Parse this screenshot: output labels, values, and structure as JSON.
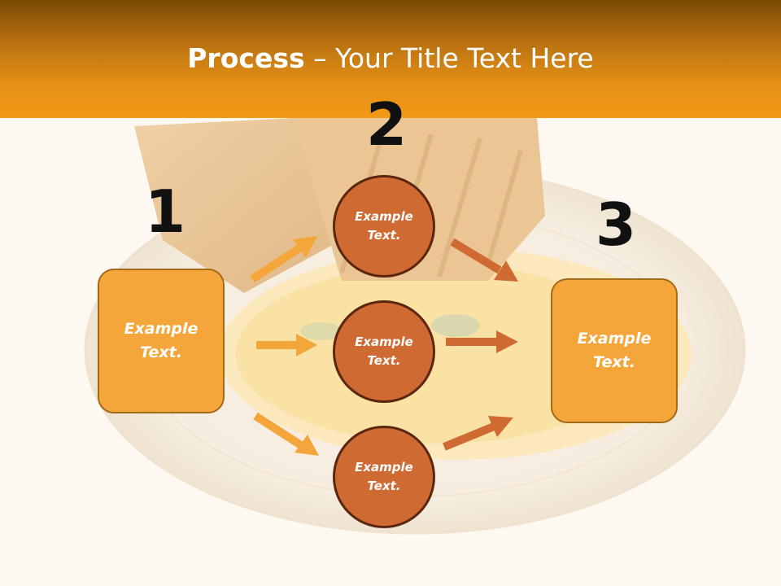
{
  "slide": {
    "title_bold": "Process",
    "title_rest": " – Your Title Text Here"
  },
  "steps": {
    "num1": "1",
    "num2": "2",
    "num3": "3"
  },
  "boxes": {
    "left": {
      "line1": "Example",
      "line2": "Text."
    },
    "right": {
      "line1": "Example",
      "line2": "Text."
    }
  },
  "circles": [
    {
      "line1": "Example",
      "line2": "Text."
    },
    {
      "line1": "Example",
      "line2": "Text."
    },
    {
      "line1": "Example",
      "line2": "Text."
    }
  ],
  "colors": {
    "header_orange": "#f39a16",
    "box_fill": "#f5a63a",
    "circle_fill": "#cf6a33",
    "arrow_light": "#f5a63a",
    "arrow_dark": "#cf6a33"
  }
}
